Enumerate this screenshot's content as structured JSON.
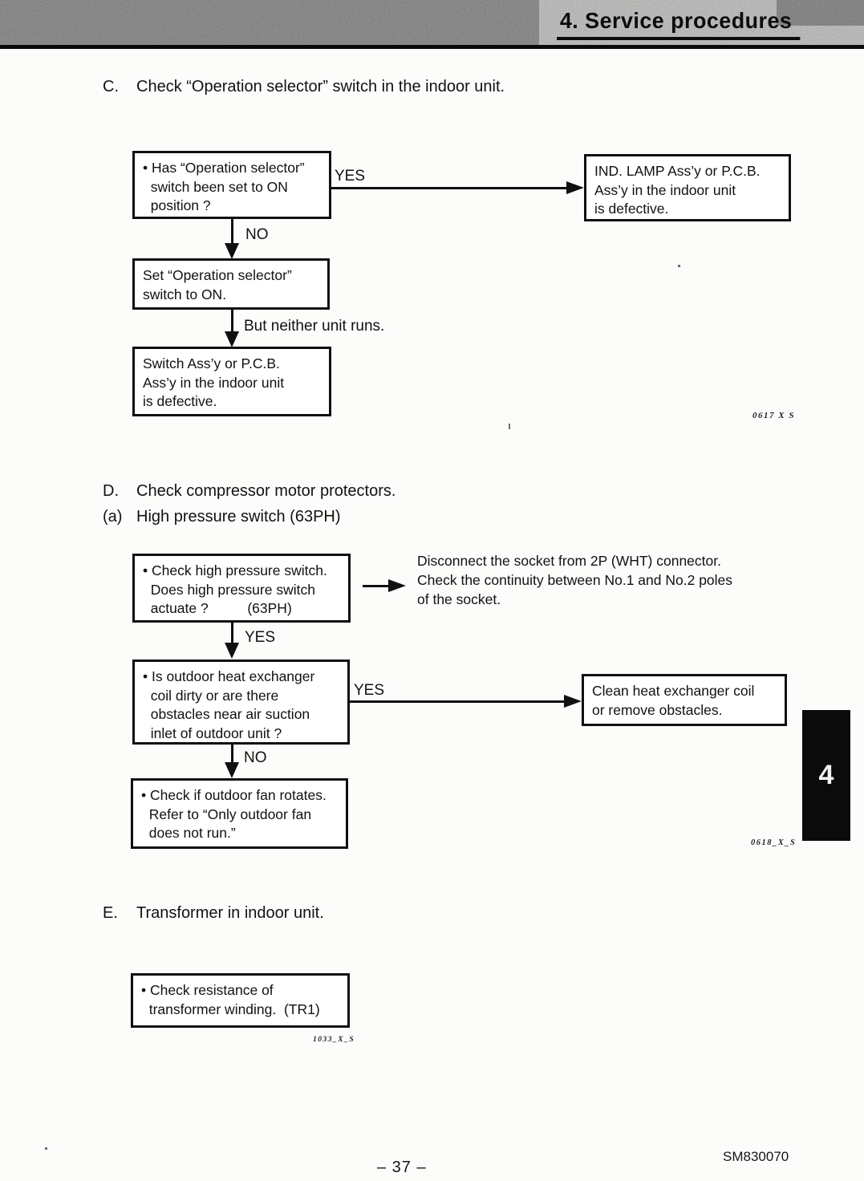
{
  "header": {
    "title": "4. Service procedures"
  },
  "side_tab": {
    "label": "4"
  },
  "footer": {
    "page_number": "– 37 –",
    "doc_code": "SM830070"
  },
  "sections": {
    "c": {
      "label": "C.",
      "title": "Check “Operation selector” switch in the indoor unit.",
      "flowchart": {
        "q1": {
          "lines": [
            "• Has “Operation selector”",
            "  switch been set to ON",
            "  position ?"
          ]
        },
        "yes_label": "YES",
        "no_label": "NO",
        "result_yes": {
          "lines": [
            "IND. LAMP Ass’y or P.C.B.",
            "Ass’y in the indoor unit",
            "is defective."
          ]
        },
        "step2": {
          "lines": [
            "Set “Operation selector”",
            "switch to ON."
          ]
        },
        "arrow_note": "But neither unit runs.",
        "result_no": {
          "lines": [
            "Switch Ass’y or P.C.B.",
            "Ass’y in the indoor unit",
            "is defective."
          ]
        },
        "figure_code": "0617 X S"
      }
    },
    "d": {
      "label": "D.",
      "title": "Check compressor motor protectors.",
      "sub_label": "(a)",
      "sub_title": "High pressure switch (63PH)",
      "flowchart": {
        "q1": {
          "lines": [
            "• Check high pressure switch.",
            "  Does high pressure switch",
            "  actuate ?          (63PH)"
          ]
        },
        "note": {
          "lines": [
            "Disconnect the socket from 2P (WHT) connector.",
            "Check the continuity between No.1 and No.2 poles",
            "of the socket."
          ]
        },
        "yes_label_1": "YES",
        "q2": {
          "lines": [
            "• Is outdoor heat exchanger",
            "  coil dirty or are there",
            "  obstacles near air suction",
            "  inlet of outdoor unit ?"
          ]
        },
        "yes_label_2": "YES",
        "no_label": "NO",
        "result_yes": {
          "lines": [
            "Clean heat exchanger coil",
            "or remove obstacles."
          ]
        },
        "step3": {
          "lines": [
            "• Check if outdoor fan rotates.",
            "  Refer to “Only outdoor fan",
            "  does not run.”"
          ]
        },
        "figure_code": "0618_X_S"
      }
    },
    "e": {
      "label": "E.",
      "title": "Transformer in indoor unit.",
      "flowchart": {
        "check": {
          "lines": [
            "• Check resistance of",
            "  transformer winding.  (TR1)"
          ]
        },
        "figure_code": "1033_X_S"
      }
    }
  }
}
